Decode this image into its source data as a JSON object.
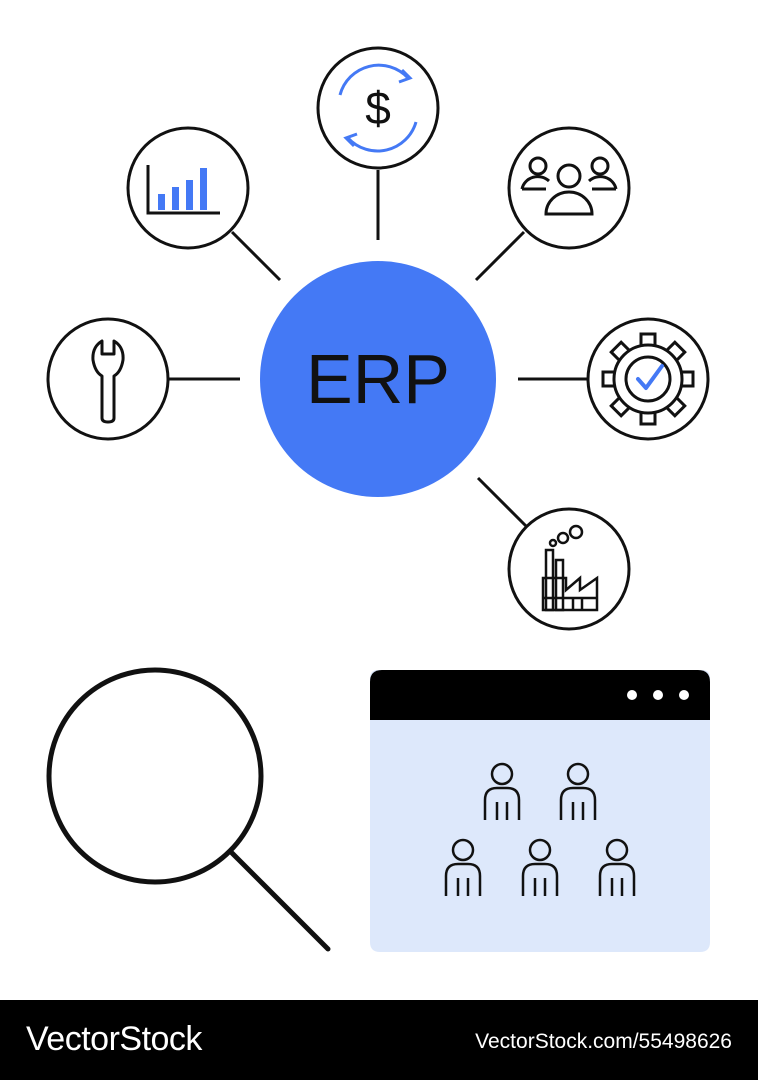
{
  "hub": {
    "label": "ERP"
  },
  "colors": {
    "accent": "#4479f5",
    "window_fill": "#dde8fb",
    "ink": "#111111",
    "footer_bg": "#000000"
  },
  "nodes": [
    {
      "icon": "dollar-cycle-icon",
      "glyph": "$"
    },
    {
      "icon": "bar-chart-icon"
    },
    {
      "icon": "team-icon"
    },
    {
      "icon": "wrench-icon"
    },
    {
      "icon": "gear-check-icon"
    },
    {
      "icon": "factory-icon"
    }
  ],
  "bottom": {
    "search_icon": "magnifying-glass-icon",
    "window": {
      "icon": "browser-window-icon",
      "people_count": 5
    }
  },
  "footer": {
    "brand": "VectorStock",
    "url": "VectorStock.com/55498626"
  }
}
